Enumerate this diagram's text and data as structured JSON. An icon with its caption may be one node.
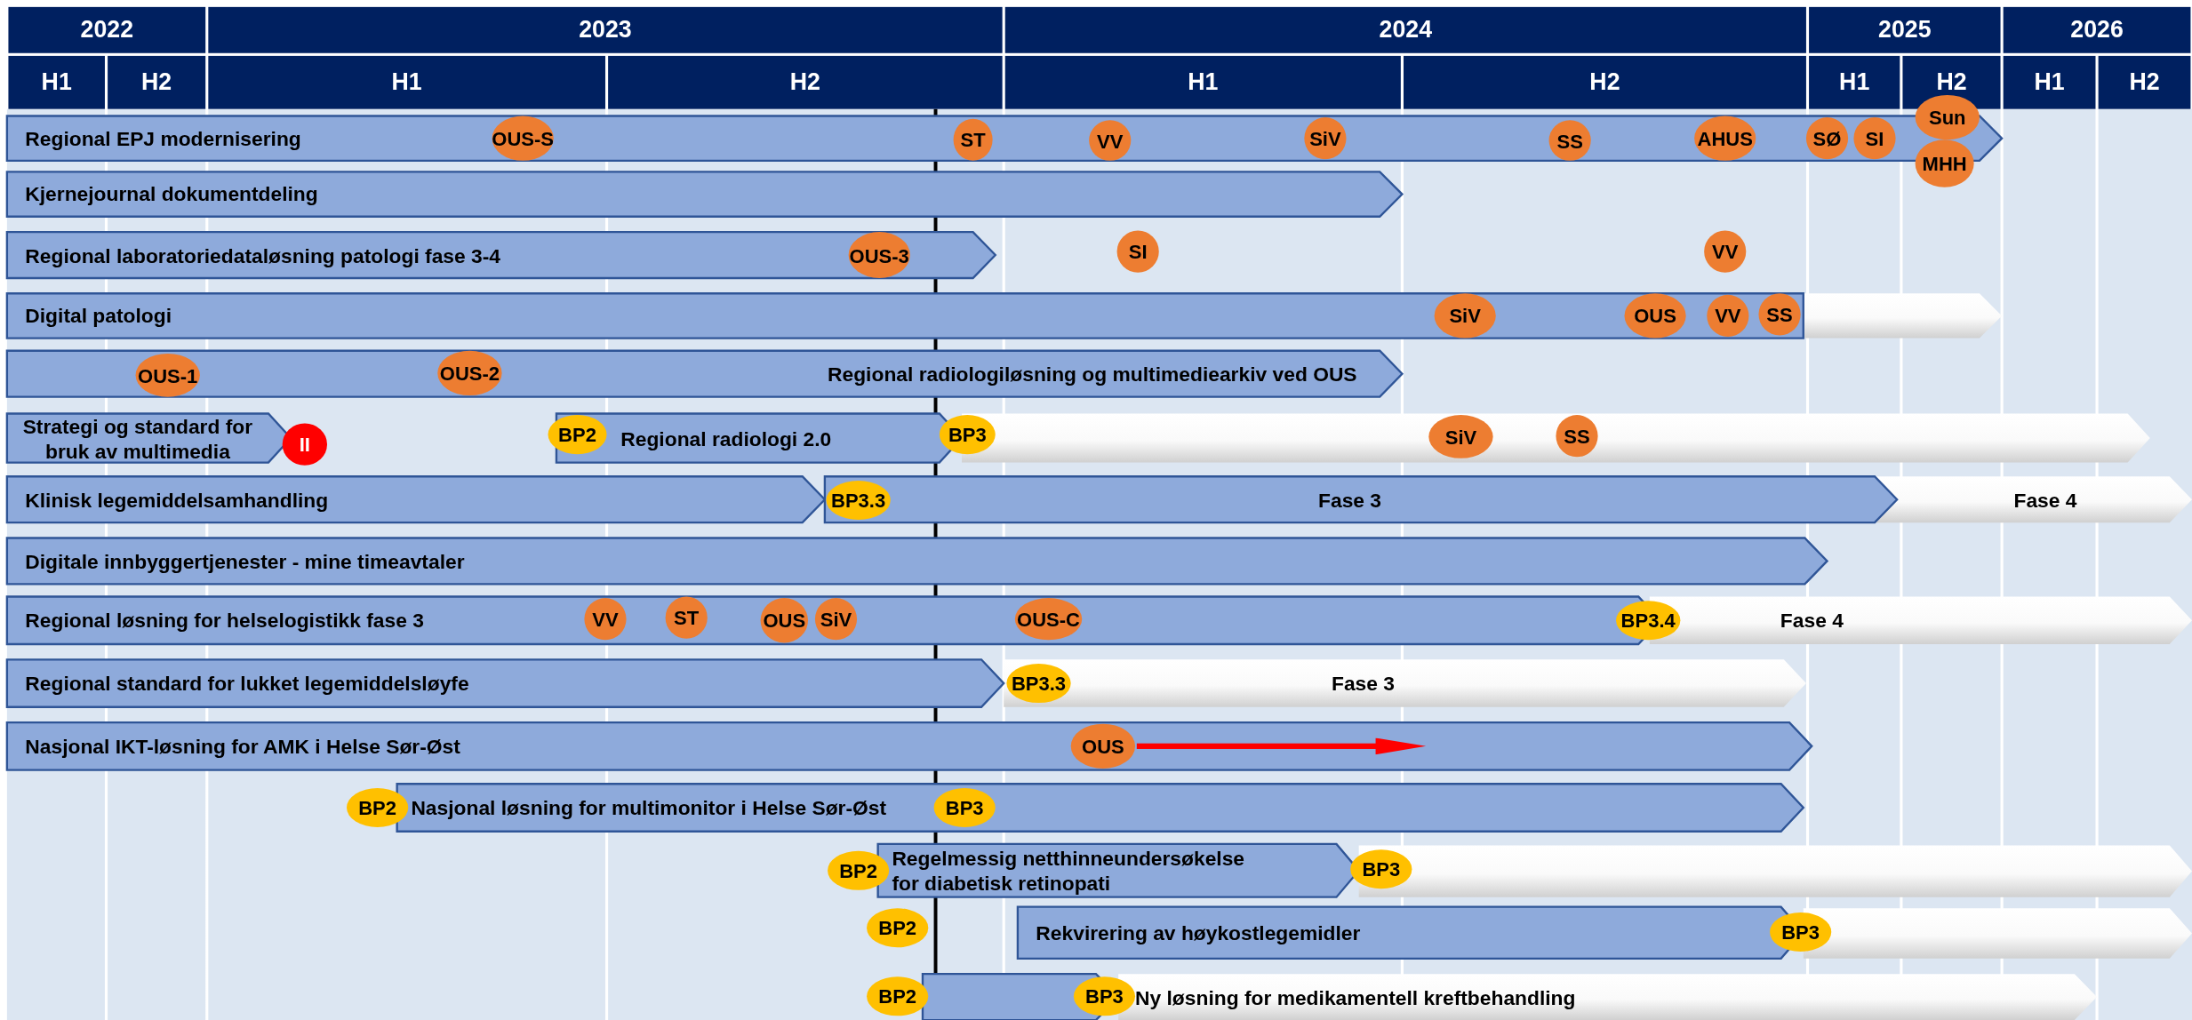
{
  "diagram": {
    "nodes": [
      {
        "text": [
          "Regional EPJ modernisering"
        ]
      },
      {
        "text": [
          "OUS-S"
        ],
        "in": 0
      },
      {
        "text": [
          "ST"
        ],
        "in": 0
      },
      {
        "text": [
          "VV"
        ],
        "in": 0
      },
      {
        "text": [
          "SiV"
        ],
        "in": 0
      },
      {
        "text": [
          "SS"
        ],
        "in": 0
      },
      {
        "text": [
          "AHUS"
        ],
        "in": 0
      },
      {
        "text": [
          "SØ"
        ],
        "in": 0
      },
      {
        "text": [
          "SI"
        ],
        "in": 0
      },
      {
        "text": [
          "Sun"
        ]
      },
      {
        "text": [
          "MHH"
        ]
      },
      {
        "text": [
          "Kjernejournal dokumentdeling"
        ]
      },
      {
        "text": [
          "Regional laboratoriedataløsning patologi fase 3-4"
        ]
      },
      {
        "text": [
          "OUS-3"
        ],
        "in": 12
      },
      {
        "text": [
          "SI"
        ]
      },
      {
        "text": [
          "VV"
        ]
      },
      {
        "text": [
          "Digital patologi"
        ]
      },
      {
        "text": [],
        "shape": "bar"
      },
      {
        "text": [
          "SiV"
        ],
        "in": 16
      },
      {
        "text": [
          "OUS"
        ],
        "in": 16
      },
      {
        "text": [
          "VV"
        ],
        "in": 16
      },
      {
        "text": [
          "SS"
        ],
        "in": 16
      },
      {
        "text": [
          "Regional radiologiløsning og multimediearkiv ved OUS"
        ]
      },
      {
        "text": [
          "OUS-1"
        ],
        "in": 22
      },
      {
        "text": [
          "OUS-2"
        ],
        "in": 22
      },
      {
        "text": [
          "Strategi og standard for bruk av multimedia"
        ]
      },
      {
        "text": [
          "II"
        ]
      },
      {
        "text": [
          "BP2"
        ]
      },
      {
        "text": [
          "Regional radiologi 2.0"
        ]
      },
      {
        "text": [
          "BP3"
        ]
      },
      {
        "text": [],
        "shape": "bar"
      },
      {
        "text": [
          "SiV"
        ],
        "in": 30
      },
      {
        "text": [
          "SS"
        ],
        "in": 30
      },
      {
        "text": [
          "Klinisk legemiddelsamhandling"
        ]
      },
      {
        "text": [
          "Fase 3"
        ]
      },
      {
        "text": [
          "BP3.3"
        ],
        "in": 34
      },
      {
        "text": [
          "Fase 4"
        ]
      },
      {
        "text": [
          "Digitale innbyggertjenester - mine timeavtaler"
        ]
      },
      {
        "text": [
          "Regional løsning for helselogistikk fase 3"
        ]
      },
      {
        "text": [
          "VV"
        ],
        "in": 38
      },
      {
        "text": [
          "ST"
        ],
        "in": 38
      },
      {
        "text": [
          "OUS"
        ],
        "in": 38
      },
      {
        "text": [
          "SiV"
        ],
        "in": 38
      },
      {
        "text": [
          "OUS-C"
        ],
        "in": 38
      },
      {
        "text": [
          "BP3.4"
        ]
      },
      {
        "text": [
          "Fase 4"
        ]
      },
      {
        "text": [
          "Regional standard for lukket legemiddelsløyfe"
        ]
      },
      {
        "text": [
          "Fase 3"
        ]
      },
      {
        "text": [
          "BP3.3"
        ],
        "in": 47
      },
      {
        "text": [
          "Nasjonal IKT-løsning for AMK i Helse Sør-Øst"
        ]
      },
      {
        "text": [
          "OUS"
        ],
        "in": 49
      },
      {
        "text": [
          "BP2"
        ]
      },
      {
        "text": [
          "Nasjonal løsning for multimonitor i Helse Sør-Øst"
        ]
      },
      {
        "text": [
          "BP3"
        ],
        "in": 52
      },
      {
        "text": [
          "BP2"
        ]
      },
      {
        "text": [
          "Regelmessig netthinneundersøkelse for diabetisk retinopati"
        ]
      },
      {
        "text": [
          "BP3"
        ]
      },
      {
        "text": [],
        "shape": "bar"
      },
      {
        "text": [
          "BP2"
        ]
      },
      {
        "text": [
          "Rekvirering av høykostlegemidler"
        ]
      },
      {
        "text": [
          "BP3"
        ]
      },
      {
        "text": [],
        "shape": "bar"
      },
      {
        "text": [
          "BP2"
        ]
      },
      {
        "text": [],
        "shape": "bar"
      },
      {
        "text": [
          "BP3"
        ]
      },
      {
        "text": [
          "Ny løsning for medikamentell kreftbehandling"
        ]
      }
    ],
    "labels": [
      "2022",
      "2023",
      "2024",
      "2025",
      "2026",
      "H1",
      "H2",
      "H1",
      "H2",
      "H1",
      "H2",
      "H1",
      "H2",
      "H1",
      "H2"
    ]
  }
}
